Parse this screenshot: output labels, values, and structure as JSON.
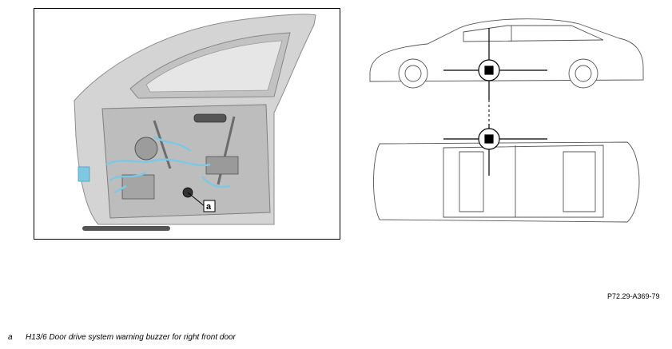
{
  "figure": {
    "code": "P72.29-A369-79",
    "callout_letter": "a"
  },
  "legend": {
    "items": [
      {
        "key": "a",
        "text": "H13/6 Door drive system warning buzzer for right front door"
      }
    ]
  },
  "colors": {
    "door_gray": "#cfcfcf",
    "door_shadow": "#a9a9a9",
    "wiring_blue": "#7ec8e3",
    "line_black": "#000000"
  }
}
